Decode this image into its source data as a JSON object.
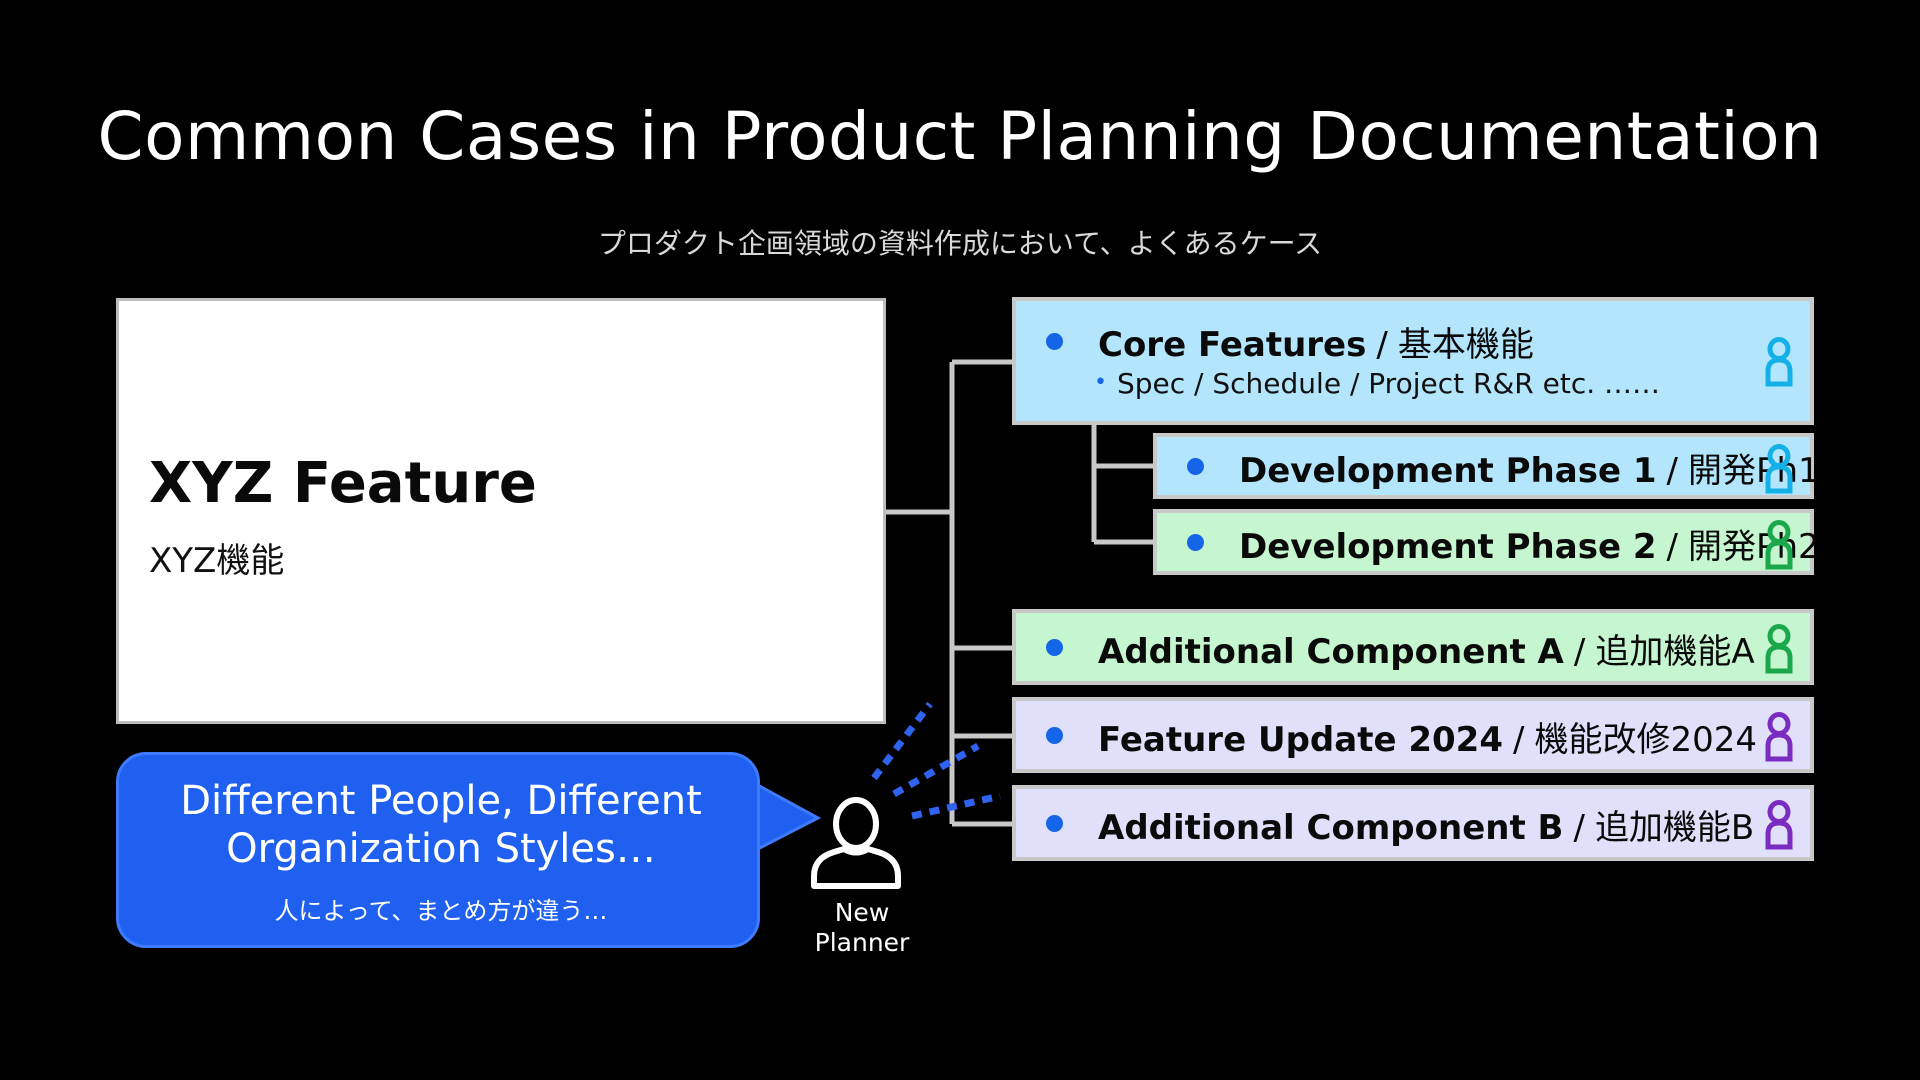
{
  "slide": {
    "title": "Common Cases in Product Planning Documentation",
    "subtitle": "プロダクト企画領域の資料作成において、よくあるケース"
  },
  "feature": {
    "title": "XYZ Feature",
    "subtitle": "XYZ機能"
  },
  "nodes": [
    {
      "en": "Core Features",
      "ja": "基本機能",
      "sub": "Spec / Schedule / Project R&R etc. ……",
      "icon": "person-icon",
      "icon_color": "#14b1e8",
      "bg": "#b3e5fc"
    },
    {
      "en": "Development Phase 1",
      "ja": "開発Ph1",
      "icon": "person-icon",
      "icon_color": "#14b1e8",
      "bg": "#b3e5fc"
    },
    {
      "en": "Development Phase 2",
      "ja": "開発Ph2",
      "icon": "person-icon",
      "icon_color": "#1aa84c",
      "bg": "#c6f6cf"
    },
    {
      "en": "Additional Component A",
      "ja": "追加機能A",
      "icon": "person-icon",
      "icon_color": "#1aa84c",
      "bg": "#c6f6cf"
    },
    {
      "en": "Feature Update 2024",
      "ja": "機能改修2024",
      "icon": "person-icon",
      "icon_color": "#7a2bc0",
      "bg": "#e1e0fb"
    },
    {
      "en": "Additional Component B",
      "ja": "追加機能B",
      "icon": "person-icon",
      "icon_color": "#7a2bc0",
      "bg": "#e1e0fb"
    }
  ],
  "separator": "/",
  "bubble": {
    "main": "Different People, Different Organization Styles…",
    "sub": "人によって、まとめ方が違う…"
  },
  "planner": {
    "label": "New Planner",
    "icon": "person-outline-icon"
  },
  "colors": {
    "bullet": "#1565e8",
    "bubble": "#1f60f0",
    "connector": "#c8c8c8",
    "background": "#000000"
  }
}
